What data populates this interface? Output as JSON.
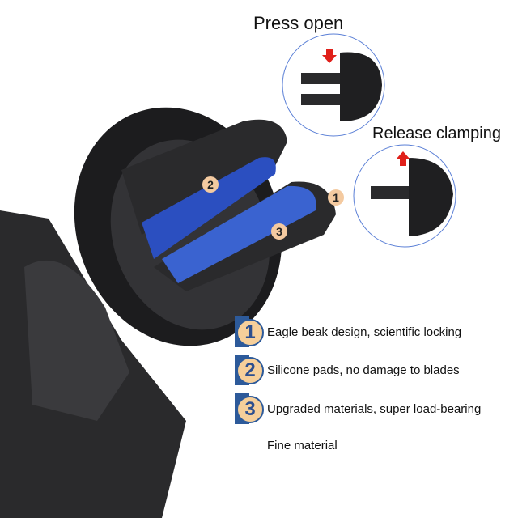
{
  "callouts": {
    "press_open": "Press open",
    "release_clamping": "Release clamping"
  },
  "product_labels": [
    "1",
    "2",
    "3"
  ],
  "features": [
    {
      "number": "1",
      "text": "Eagle beak design, scientific locking"
    },
    {
      "number": "2",
      "text": "Silicone pads, no damage to blades"
    },
    {
      "number": "3",
      "text": "Upgraded materials, super load-bearing"
    }
  ],
  "footer_text": "Fine material",
  "colors": {
    "badge_blue": "#2d5a9a",
    "badge_fill": "#f6cf9a",
    "pad_blue": "#2b4fc0",
    "arrow_red": "#e0201a"
  }
}
